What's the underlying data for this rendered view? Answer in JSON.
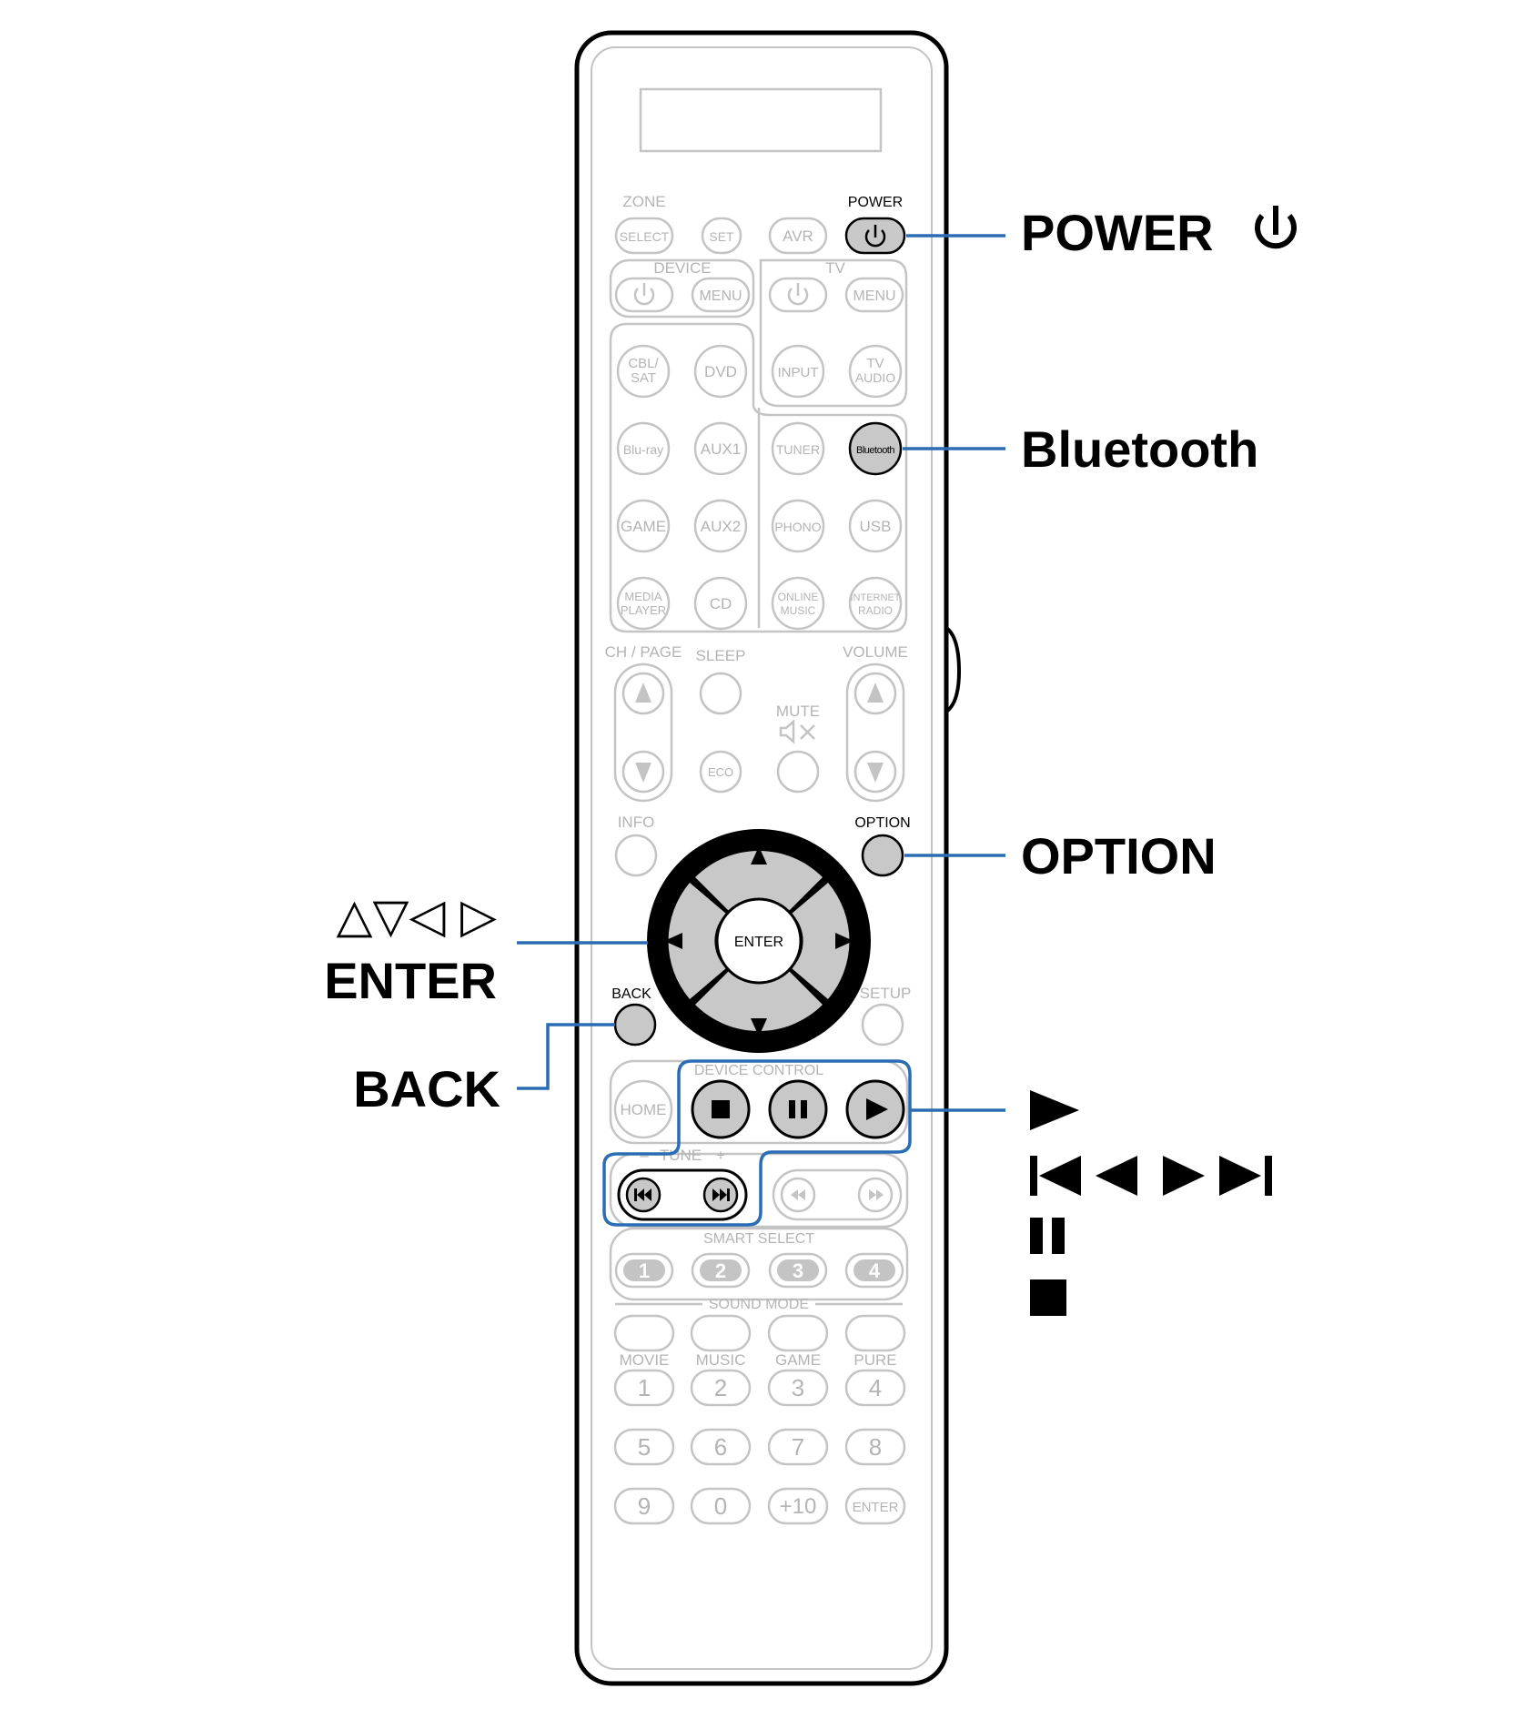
{
  "colors": {
    "outline": "#000000",
    "faded": "#c4c4c4",
    "faded_text": "#b4b4b4",
    "highlight_fill": "#c8c8c8",
    "callout_line": "#2a6db3"
  },
  "remote": {
    "zone": "ZONE",
    "select": "SELECT",
    "set": "SET",
    "avr": "AVR",
    "power": "POWER",
    "device": "DEVICE",
    "tv": "TV",
    "menu": "MENU",
    "tv_menu": "MENU",
    "cbl": "CBL/",
    "sat": "SAT",
    "dvd": "DVD",
    "input": "INPUT",
    "tv_audio_1": "TV",
    "tv_audio_2": "AUDIO",
    "bluray": "Blu-ray",
    "aux1": "AUX1",
    "tuner": "TUNER",
    "bluetooth": "Bluetooth",
    "game": "GAME",
    "aux2": "AUX2",
    "phono": "PHONO",
    "usb": "USB",
    "media_1": "MEDIA",
    "media_2": "PLAYER",
    "cd": "CD",
    "online_1": "ONLINE",
    "online_2": "MUSIC",
    "internet_1": "INTERNET",
    "internet_2": "RADIO",
    "ch_page": "CH / PAGE",
    "sleep": "SLEEP",
    "volume": "VOLUME",
    "mute": "MUTE",
    "eco": "ECO",
    "info": "INFO",
    "option": "OPTION",
    "enter": "ENTER",
    "back": "BACK",
    "setup": "SETUP",
    "device_control": "DEVICE CONTROL",
    "home": "HOME",
    "tune_minus": "–",
    "tune": "TUNE",
    "tune_plus": "+",
    "smart_select": "SMART SELECT",
    "smart_1": "1",
    "smart_2": "2",
    "smart_3": "3",
    "smart_4": "4",
    "sound_mode": "SOUND MODE",
    "movie": "MOVIE",
    "music": "MUSIC",
    "game_mode": "GAME",
    "pure": "PURE",
    "num_1": "1",
    "num_2": "2",
    "num_3": "3",
    "num_4": "4",
    "num_5": "5",
    "num_6": "6",
    "num_7": "7",
    "num_8": "8",
    "num_9": "9",
    "num_0": "0",
    "num_plus10": "+10",
    "num_enter": "ENTER"
  },
  "callouts": {
    "power": "POWER",
    "bluetooth": "Bluetooth",
    "option": "OPTION",
    "cursor_arrows": "△▽◁ ▷",
    "enter": "ENTER",
    "back": "BACK"
  },
  "icons": [
    "power-icon",
    "up-triangle-icon",
    "down-triangle-icon",
    "left-triangle-icon",
    "right-triangle-icon",
    "mute-speaker-icon",
    "stop-icon",
    "pause-icon",
    "play-icon",
    "skip-back-icon",
    "skip-forward-icon",
    "rewind-icon",
    "fast-forward-icon"
  ]
}
